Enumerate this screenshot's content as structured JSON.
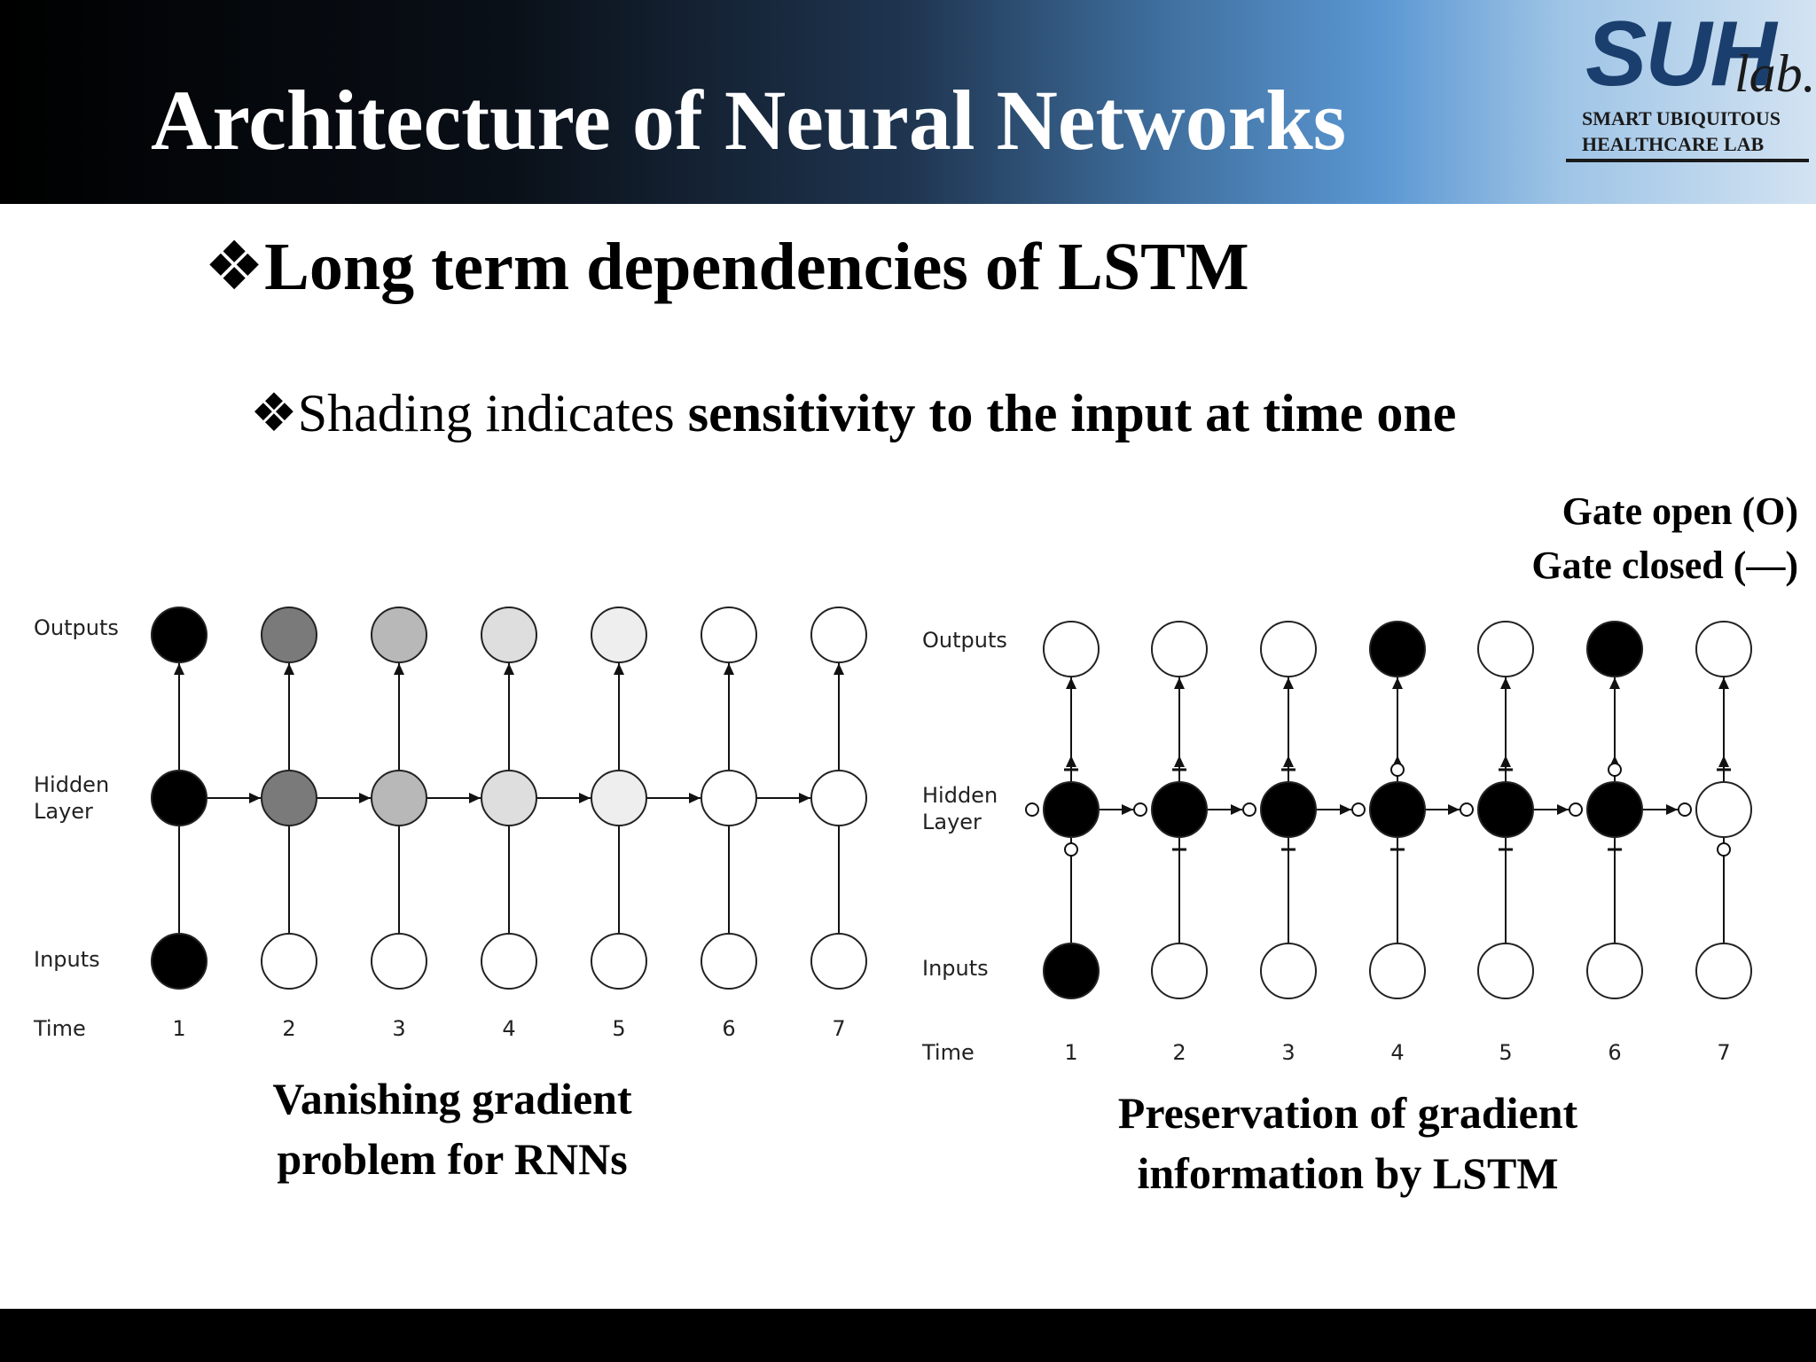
{
  "slide": {
    "title": "Architecture of Neural Networks",
    "logo": {
      "main": "SUH",
      "lab": "lab.",
      "line1": "SMART UBIQUITOUS",
      "line2": "HEALTHCARE LAB"
    }
  },
  "content": {
    "bullet_glyph": "❖",
    "heading": "Long term dependencies of LSTM",
    "subheading_plain": "Shading indicates ",
    "subheading_bold": "sensitivity to the input at time one"
  },
  "legend": {
    "open": "Gate open  (O)",
    "closed": "Gate closed (—)"
  },
  "diagrams": {
    "rnn": {
      "row_labels": {
        "outputs": "Outputs",
        "hidden1": "Hidden",
        "hidden2": "Layer",
        "inputs": "Inputs",
        "time": "Time"
      },
      "time_steps": [
        "1",
        "2",
        "3",
        "4",
        "5",
        "6",
        "7"
      ],
      "shading": {
        "outputs": [
          "#000000",
          "#7a7a7a",
          "#b8b8b8",
          "#dedede",
          "#eeeeee",
          "#ffffff",
          "#ffffff"
        ],
        "hidden": [
          "#000000",
          "#7a7a7a",
          "#b8b8b8",
          "#dedede",
          "#eeeeee",
          "#ffffff",
          "#ffffff"
        ],
        "inputs": [
          "#000000",
          "#ffffff",
          "#ffffff",
          "#ffffff",
          "#ffffff",
          "#ffffff",
          "#ffffff"
        ]
      },
      "caption_line1": "Vanishing gradient",
      "caption_line2": "problem for RNNs"
    },
    "lstm": {
      "row_labels": {
        "outputs": "Outputs",
        "hidden1": "Hidden",
        "hidden2": "Layer",
        "inputs": "Inputs",
        "time": "Time"
      },
      "time_steps": [
        "1",
        "2",
        "3",
        "4",
        "5",
        "6",
        "7"
      ],
      "shading": {
        "outputs": [
          "#ffffff",
          "#ffffff",
          "#ffffff",
          "#000000",
          "#ffffff",
          "#000000",
          "#ffffff"
        ],
        "hidden": [
          "#000000",
          "#000000",
          "#000000",
          "#000000",
          "#000000",
          "#000000",
          "#ffffff"
        ],
        "inputs": [
          "#000000",
          "#ffffff",
          "#ffffff",
          "#ffffff",
          "#ffffff",
          "#ffffff",
          "#ffffff"
        ]
      },
      "gates": {
        "output": [
          "closed",
          "closed",
          "closed",
          "open",
          "closed",
          "open",
          "closed"
        ],
        "input": [
          "open",
          "closed",
          "closed",
          "closed",
          "closed",
          "closed",
          "open"
        ],
        "forget": [
          "open",
          "open",
          "open",
          "open",
          "open",
          "open",
          "open",
          "closed"
        ]
      },
      "caption_line1": "Preservation of gradient",
      "caption_line2": "information by LSTM"
    }
  },
  "colors": {
    "footer": "#000000",
    "logo_blue": "#1a3f6e"
  }
}
